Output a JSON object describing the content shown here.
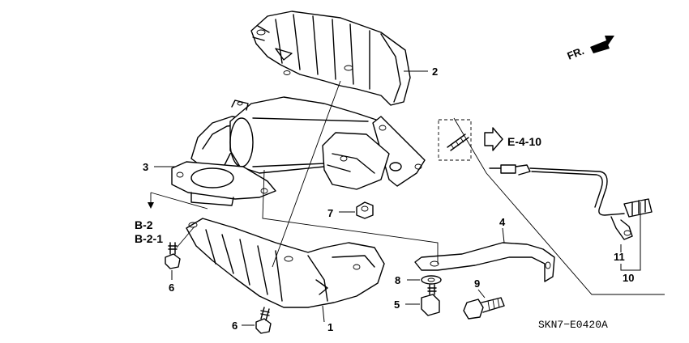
{
  "diagram": {
    "direction_label": "FR.",
    "ref_b2": "B-2",
    "ref_b21": "B-2-1",
    "ref_e410": "E-4-10",
    "drawing_code": "SKN7−E0420A",
    "callouts": {
      "c1": "1",
      "c2": "2",
      "c3": "3",
      "c4": "4",
      "c5": "5",
      "c6a": "6",
      "c6b": "6",
      "c7": "7",
      "c8": "8",
      "c9": "9",
      "c10": "10",
      "c11": "11"
    }
  }
}
